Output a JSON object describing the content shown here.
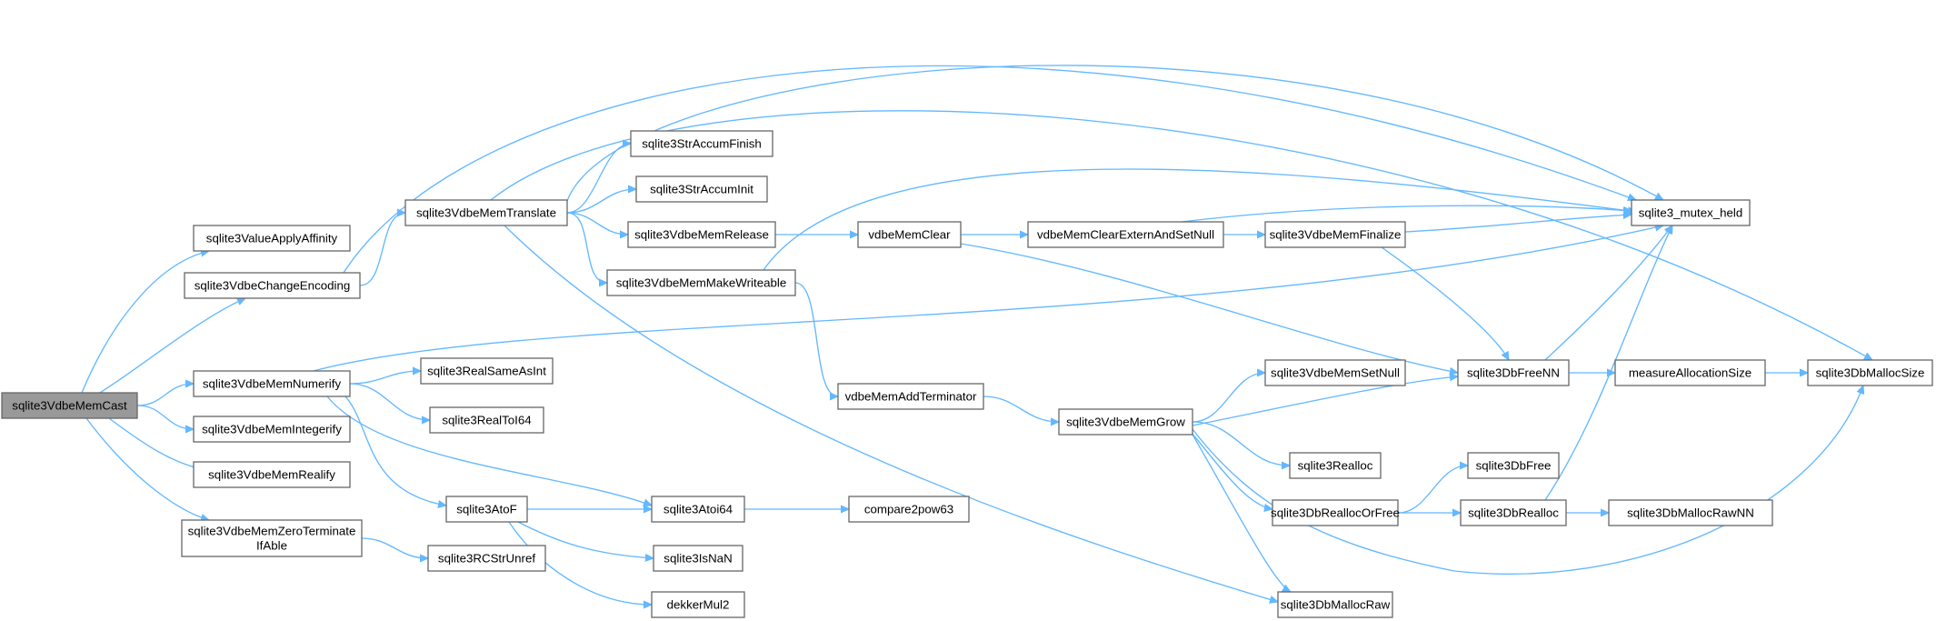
{
  "graph": {
    "root": "sqlite3VdbeMemCast",
    "nodes": [
      {
        "id": "cast",
        "lines": [
          "sqlite3VdbeMemCast"
        ],
        "root": true
      },
      {
        "id": "valaff",
        "lines": [
          "sqlite3ValueApplyAffinity"
        ]
      },
      {
        "id": "chenc",
        "lines": [
          "sqlite3VdbeChangeEncoding"
        ]
      },
      {
        "id": "numerify",
        "lines": [
          "sqlite3VdbeMemNumerify"
        ]
      },
      {
        "id": "integerify",
        "lines": [
          "sqlite3VdbeMemIntegerify"
        ]
      },
      {
        "id": "realify",
        "lines": [
          "sqlite3VdbeMemRealify"
        ]
      },
      {
        "id": "zeroterm",
        "lines": [
          "sqlite3VdbeMemZeroTerminate",
          "IfAble"
        ]
      },
      {
        "id": "translate",
        "lines": [
          "sqlite3VdbeMemTranslate"
        ]
      },
      {
        "id": "sameasint",
        "lines": [
          "sqlite3RealSameAsInt"
        ]
      },
      {
        "id": "realtoi64",
        "lines": [
          "sqlite3RealToI64"
        ]
      },
      {
        "id": "atof",
        "lines": [
          "sqlite3AtoF"
        ]
      },
      {
        "id": "rcstrunref",
        "lines": [
          "sqlite3RCStrUnref"
        ]
      },
      {
        "id": "saccfinish",
        "lines": [
          "sqlite3StrAccumFinish"
        ]
      },
      {
        "id": "saccinit",
        "lines": [
          "sqlite3StrAccumInit"
        ]
      },
      {
        "id": "memrelease",
        "lines": [
          "sqlite3VdbeMemRelease"
        ]
      },
      {
        "id": "makewrite",
        "lines": [
          "sqlite3VdbeMemMakeWriteable"
        ]
      },
      {
        "id": "atoi64",
        "lines": [
          "sqlite3Atoi64"
        ]
      },
      {
        "id": "isnan",
        "lines": [
          "sqlite3IsNaN"
        ]
      },
      {
        "id": "dekker",
        "lines": [
          "dekkerMul2"
        ]
      },
      {
        "id": "memclear",
        "lines": [
          "vdbeMemClear"
        ]
      },
      {
        "id": "addterm",
        "lines": [
          "vdbeMemAddTerminator"
        ]
      },
      {
        "id": "compare",
        "lines": [
          "compare2pow63"
        ]
      },
      {
        "id": "clearext",
        "lines": [
          "vdbeMemClearExternAndSetNull"
        ]
      },
      {
        "id": "memgrow",
        "lines": [
          "sqlite3VdbeMemGrow"
        ]
      },
      {
        "id": "finalize",
        "lines": [
          "sqlite3VdbeMemFinalize"
        ]
      },
      {
        "id": "setnull",
        "lines": [
          "sqlite3VdbeMemSetNull"
        ]
      },
      {
        "id": "realloc",
        "lines": [
          "sqlite3Realloc"
        ]
      },
      {
        "id": "dbreallocfree",
        "lines": [
          "sqlite3DbReallocOrFree"
        ]
      },
      {
        "id": "dbmallocraw",
        "lines": [
          "sqlite3DbMallocRaw"
        ]
      },
      {
        "id": "dbfreenn",
        "lines": [
          "sqlite3DbFreeNN"
        ]
      },
      {
        "id": "dbfree",
        "lines": [
          "sqlite3DbFree"
        ]
      },
      {
        "id": "dbrealloc",
        "lines": [
          "sqlite3DbRealloc"
        ]
      },
      {
        "id": "mutexheld",
        "lines": [
          "sqlite3_mutex_held"
        ]
      },
      {
        "id": "measure",
        "lines": [
          "measureAllocationSize"
        ]
      },
      {
        "id": "rawnn",
        "lines": [
          "sqlite3DbMallocRawNN"
        ]
      },
      {
        "id": "mallocsize",
        "lines": [
          "sqlite3DbMallocSize"
        ]
      }
    ],
    "edges": [
      [
        "cast",
        "valaff"
      ],
      [
        "cast",
        "chenc"
      ],
      [
        "cast",
        "numerify"
      ],
      [
        "cast",
        "integerify"
      ],
      [
        "cast",
        "realify"
      ],
      [
        "cast",
        "zeroterm"
      ],
      [
        "chenc",
        "translate"
      ],
      [
        "chenc",
        "mutexheld"
      ],
      [
        "translate",
        "saccfinish"
      ],
      [
        "translate",
        "saccinit"
      ],
      [
        "translate",
        "memrelease"
      ],
      [
        "translate",
        "makewrite"
      ],
      [
        "translate",
        "dbmallocraw"
      ],
      [
        "translate",
        "mutexheld"
      ],
      [
        "translate",
        "mallocsize"
      ],
      [
        "numerify",
        "sameasint"
      ],
      [
        "numerify",
        "realtoi64"
      ],
      [
        "numerify",
        "atof"
      ],
      [
        "numerify",
        "atoi64"
      ],
      [
        "numerify",
        "mutexheld"
      ],
      [
        "zeroterm",
        "rcstrunref"
      ],
      [
        "atof",
        "atoi64"
      ],
      [
        "atof",
        "isnan"
      ],
      [
        "atof",
        "dekker"
      ],
      [
        "atoi64",
        "compare"
      ],
      [
        "memrelease",
        "memclear"
      ],
      [
        "makewrite",
        "addterm"
      ],
      [
        "makewrite",
        "mutexheld"
      ],
      [
        "memclear",
        "clearext"
      ],
      [
        "memclear",
        "dbfreenn"
      ],
      [
        "clearext",
        "finalize"
      ],
      [
        "clearext",
        "mutexheld"
      ],
      [
        "finalize",
        "mutexheld"
      ],
      [
        "finalize",
        "dbfreenn"
      ],
      [
        "addterm",
        "memgrow"
      ],
      [
        "memgrow",
        "setnull"
      ],
      [
        "memgrow",
        "dbfreenn"
      ],
      [
        "memgrow",
        "realloc"
      ],
      [
        "memgrow",
        "dbreallocfree"
      ],
      [
        "memgrow",
        "dbmallocraw"
      ],
      [
        "memgrow",
        "mallocsize"
      ],
      [
        "dbreallocfree",
        "dbfree"
      ],
      [
        "dbreallocfree",
        "dbrealloc"
      ],
      [
        "dbrealloc",
        "rawnn"
      ],
      [
        "dbrealloc",
        "mutexheld"
      ],
      [
        "dbfreenn",
        "measure"
      ],
      [
        "dbfreenn",
        "mutexheld"
      ],
      [
        "measure",
        "mallocsize"
      ]
    ]
  }
}
